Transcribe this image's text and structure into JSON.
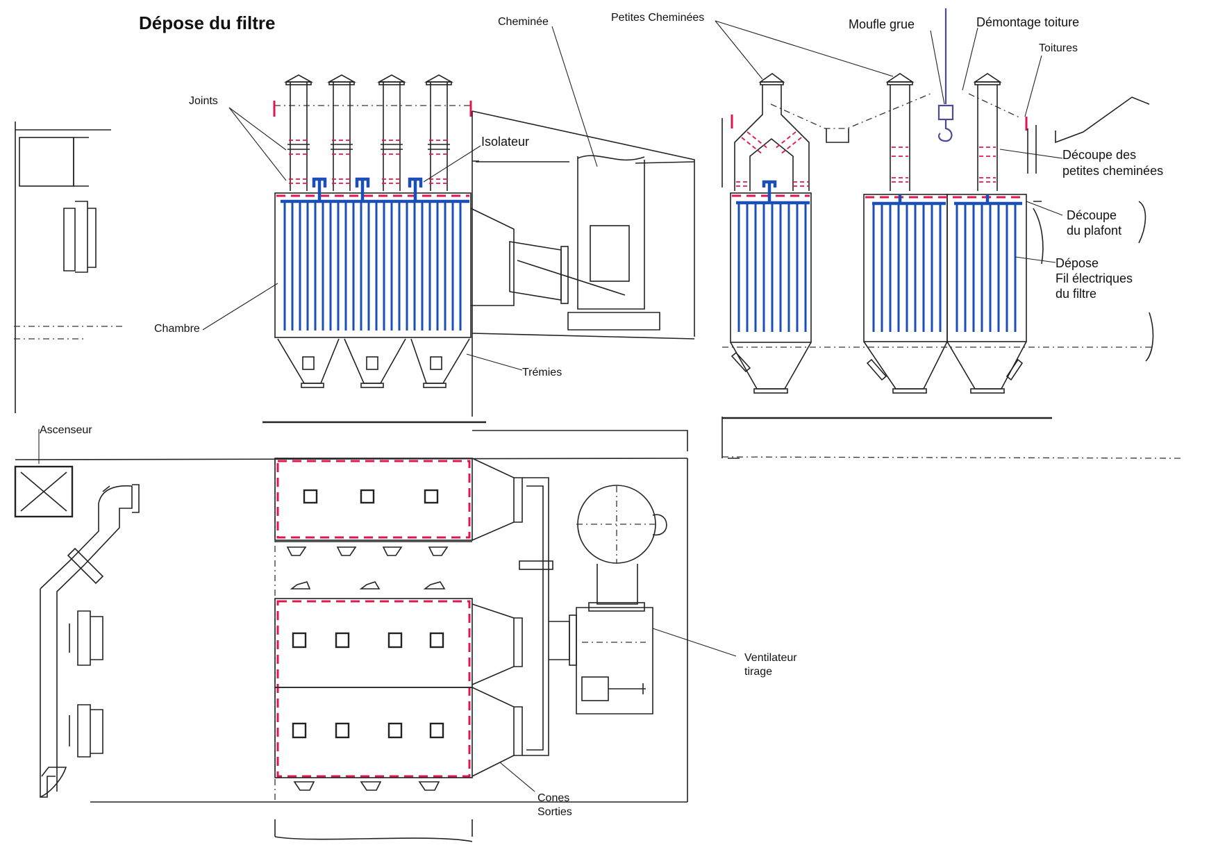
{
  "title": "Dépose du filtre",
  "labels": {
    "joints": "Joints",
    "isolateur": "Isolateur",
    "cheminee": "Cheminée",
    "petites_cheminees": "Petites  Cheminées",
    "moufle_grue": "Moufle grue",
    "demontage_toiture": "Démontage toiture",
    "toitures": "Toitures",
    "decoupe_petites_line1": "Découpe des",
    "decoupe_petites_line2": "petites cheminées",
    "decoupe_plafond_line1": "Découpe",
    "decoupe_plafond_line2": "du plafont",
    "depose_fil_line1": "Dépose",
    "depose_fil_line2": "Fil électriques",
    "depose_fil_line3": "du filtre",
    "chambre": "Chambre",
    "tremies": "Trémies",
    "ascenseur": "Ascenseur",
    "ventilateur_line1": "Ventilateur",
    "ventilateur_line2": "tirage",
    "cones_line1": "Cones",
    "cones_line2": "Sorties"
  },
  "colors": {
    "line": "#222222",
    "cut_marking": "#e0174c",
    "electrical": "#1a4fb5",
    "crane_hook": "#4a4a9a",
    "background": "#ffffff"
  },
  "icons": {
    "crane_hook": "hook-icon",
    "elevator": "elevator-box-icon",
    "fan": "fan-icon"
  }
}
